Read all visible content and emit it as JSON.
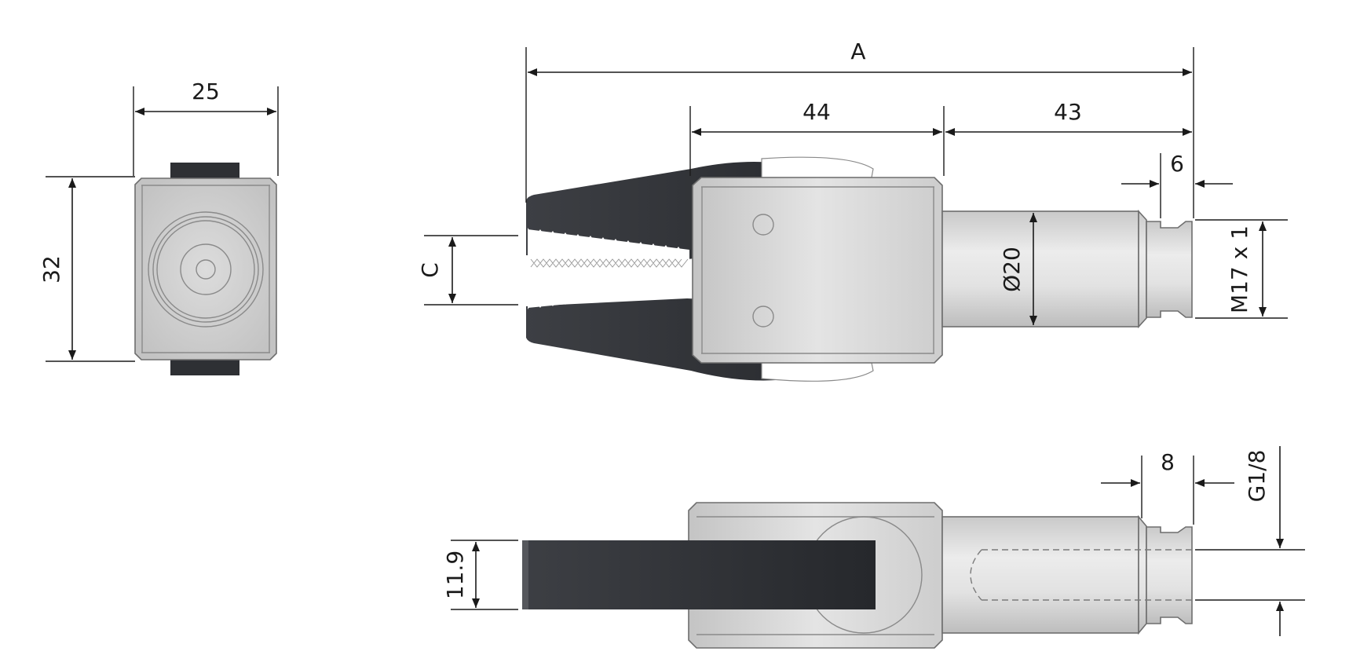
{
  "dimensions": {
    "width_25": "25",
    "height_32": "32",
    "overall_A": "A",
    "jaw_44": "44",
    "shank_43": "43",
    "thread_len_6": "6",
    "grip_C": "C",
    "diameter_20": "Ø20",
    "thread_m17": "M17 x 1",
    "port_len_8": "8",
    "port_g18": "G1/8",
    "thickness_11_9": "11.9"
  },
  "colors": {
    "metal_light": "#e6e6e6",
    "metal_mid": "#cfcfcf",
    "metal_dark": "#b4b4b4",
    "jaw_dark": "#2b2d31",
    "jaw_mid": "#3a3c41",
    "line": "#1a1a1a"
  }
}
